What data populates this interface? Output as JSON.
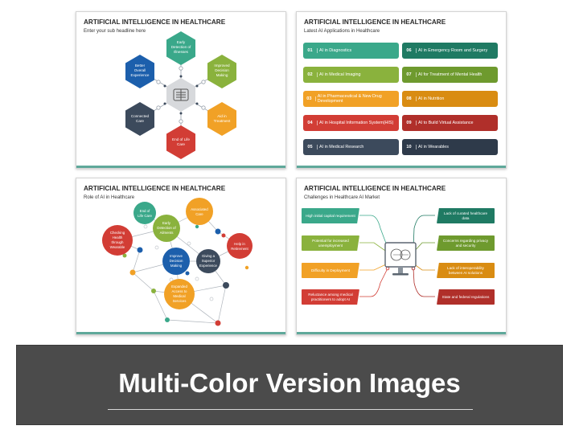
{
  "colors": {
    "green": "#3aa88a",
    "olive": "#8ab23d",
    "orange": "#f1a126",
    "teal": "#2a8c84",
    "red": "#d23d35",
    "navy": "#3c4a5c",
    "blue": "#1c5fac",
    "accent_line": "#5fa89a",
    "banner_bg": "#4b4b4b"
  },
  "slides": [
    {
      "title": "ARTIFICIAL INTELLIGENCE IN HEALTHCARE",
      "subtitle": "Enter your sub headline here",
      "hexagons": [
        {
          "label": "Early Detection of Illnesses",
          "color": "#3aa88a"
        },
        {
          "label": "Improved Decision Making",
          "color": "#8ab23d"
        },
        {
          "label": "Aid in Treatment",
          "color": "#f1a126"
        },
        {
          "label": "End of Life Care",
          "color": "#d23d35"
        },
        {
          "label": "Connected Care",
          "color": "#3c4a5c"
        },
        {
          "label": "Better Overall Experience",
          "color": "#1c5fac"
        }
      ]
    },
    {
      "title": "ARTIFICIAL INTELLIGENCE IN HEALTHCARE",
      "subtitle": "Latest AI Applications in Healthcare",
      "items": [
        {
          "num": "01",
          "label": "AI in Diagnostics",
          "color": "#3aa88a"
        },
        {
          "num": "02",
          "label": "AI in Medical Imaging",
          "color": "#8ab23d"
        },
        {
          "num": "03",
          "label": "AI in Pharmaceutical & New Drug Development",
          "color": "#f1a126"
        },
        {
          "num": "04",
          "label": "AI in Hospital Information System(HIS)",
          "color": "#d23d35"
        },
        {
          "num": "05",
          "label": "AI in Medical Research",
          "color": "#3c4a5c"
        },
        {
          "num": "06",
          "label": "AI in Emergency Room and Surgery",
          "color": "#1f7a63"
        },
        {
          "num": "07",
          "label": "AI for Treatment of Mental Health",
          "color": "#6e9a2e"
        },
        {
          "num": "08",
          "label": "AI in Nutrition",
          "color": "#d98c12"
        },
        {
          "num": "09",
          "label": "AI to Build Virtual Assistance",
          "color": "#b02f2a"
        },
        {
          "num": "10",
          "label": "AI in Wearables",
          "color": "#2e3a4a"
        }
      ]
    },
    {
      "title": "ARTIFICIAL INTELLIGENCE IN HEALTHCARE",
      "subtitle": "Role of AI in Healthcare",
      "bubbles": [
        {
          "label": "End of Life Care",
          "color": "#3aa88a"
        },
        {
          "label": "Associated Care",
          "color": "#f1a126"
        },
        {
          "label": "Early Detection of Ailments",
          "color": "#8ab23d"
        },
        {
          "label": "Checking Health through Wearable",
          "color": "#d23d35"
        },
        {
          "label": "Help in Retirement",
          "color": "#d23d35"
        },
        {
          "label": "Improve Decision Making",
          "color": "#1c5fac"
        },
        {
          "label": "Giving a Superior Experience",
          "color": "#3c4a5c"
        },
        {
          "label": "Expanded Access to Medical Services",
          "color": "#f1a126"
        }
      ]
    },
    {
      "title": "ARTIFICIAL INTELLIGENCE IN HEALTHCARE",
      "subtitle": "Challenges in Healthcare AI Market",
      "left": [
        {
          "label": "High initial capital requirement",
          "color": "#3aa88a"
        },
        {
          "label": "Potential for increased unemployment",
          "color": "#8ab23d"
        },
        {
          "label": "Difficulty in Deployment",
          "color": "#f1a126"
        },
        {
          "label": "Reluctance among medical practitioners to adopt AI",
          "color": "#d23d35"
        }
      ],
      "right": [
        {
          "label": "Lack of curated healthcare data",
          "color": "#1f7a63"
        },
        {
          "label": "Concerns regarding privacy and security",
          "color": "#6e9a2e"
        },
        {
          "label": "Lack of interoperability between AI solutions",
          "color": "#d98c12"
        },
        {
          "label": "State and federal regulations",
          "color": "#b02f2a"
        }
      ]
    }
  ],
  "banner": {
    "title": "Multi-Color Version Images"
  }
}
